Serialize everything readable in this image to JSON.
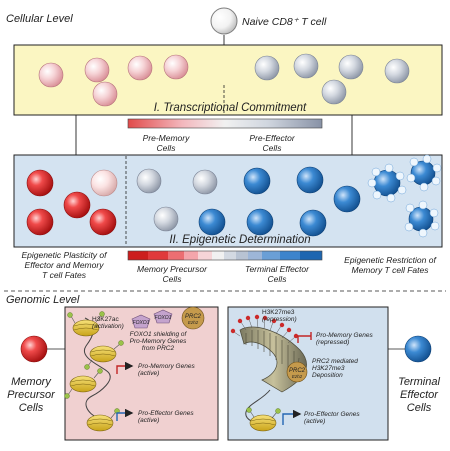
{
  "cellular_section": {
    "heading": "Cellular Level",
    "naive_label": "Naive CD8⁺ T cell",
    "stage1_title": "I. Transcriptional Commitment",
    "bar1_left_label_line1": "Pre-Memory",
    "bar1_left_label_line2": "Cells",
    "bar1_right_label_line1": "Pre-Effector",
    "bar1_right_label_line2": "Cells",
    "stage2_title": "II. Epigenetic Determination",
    "left_note_line1": "Epigenetic Plasticity of",
    "left_note_line2": "Effector and Memory",
    "left_note_line3": "T cell Fates",
    "bar2_left_label_line1": "Memory Precursor",
    "bar2_left_label_line2": "Cells",
    "bar2_right_label_line1": "Terminal Effector",
    "bar2_right_label_line2": "Cells",
    "right_note_line1": "Epigenetic Restriction of",
    "right_note_line2": "Memory T cell Fates"
  },
  "genomic_section": {
    "heading": "Genomic Level",
    "left_cell_line1": "Memory",
    "left_cell_line2": "Precursor",
    "left_cell_line3": "Cells",
    "right_cell_line1": "Terminal",
    "right_cell_line2": "Effector",
    "right_cell_line3": "Cells",
    "left_panel": {
      "h3k27ac_line1": "H3K27ac",
      "h3k27ac_line2": "(activation)",
      "foxo1_a": "FOXO1",
      "foxo1_b": "FOXO1",
      "prc2_label": "PRC2",
      "ezh2_label": "Ezh2",
      "shield_line1": "FOXO1 shielding of",
      "shield_line2": "Pro-Memory Genes",
      "shield_line3": "from PRC2",
      "pro_memory_line1": "Pro-Memory Genes",
      "pro_memory_line2": "(active)",
      "pro_effector_line1": "Pro-Effector Genes",
      "pro_effector_line2": "(active)"
    },
    "right_panel": {
      "h3k27me3_line1": "H3K27me3",
      "h3k27me3_line2": "(repression)",
      "pro_memory_line1": "Pro-Memory Genes",
      "pro_memory_line2": "(repressed)",
      "prc2_label": "PRC2",
      "ezh2_label": "Ezh2",
      "deposition_line1": "PRC2 mediated",
      "deposition_line2": "H3K27me3",
      "deposition_line3": "Deposition",
      "pro_effector_line1": "Pro-Effector Genes",
      "pro_effector_line2": "(active)"
    }
  },
  "colors": {
    "stage1_bg": "#fbf6c2",
    "stage2_bg": "#d4e3f1",
    "left_panel_bg": "#f0d0d0",
    "right_panel_bg": "#d1e0ee",
    "memory_red": "#d82a2a",
    "effector_blue": "#2f7fc9",
    "pale_pink": "#f4c4c6",
    "pale_gray": "#c4cad3",
    "nucleosome_yellow": "#f1d240",
    "methyl_red": "#cc2a2a",
    "acetyl_green": "#9bc24a",
    "prc2_brown": "#c59a4c",
    "foxo1_purple": "#c4a3cd"
  }
}
